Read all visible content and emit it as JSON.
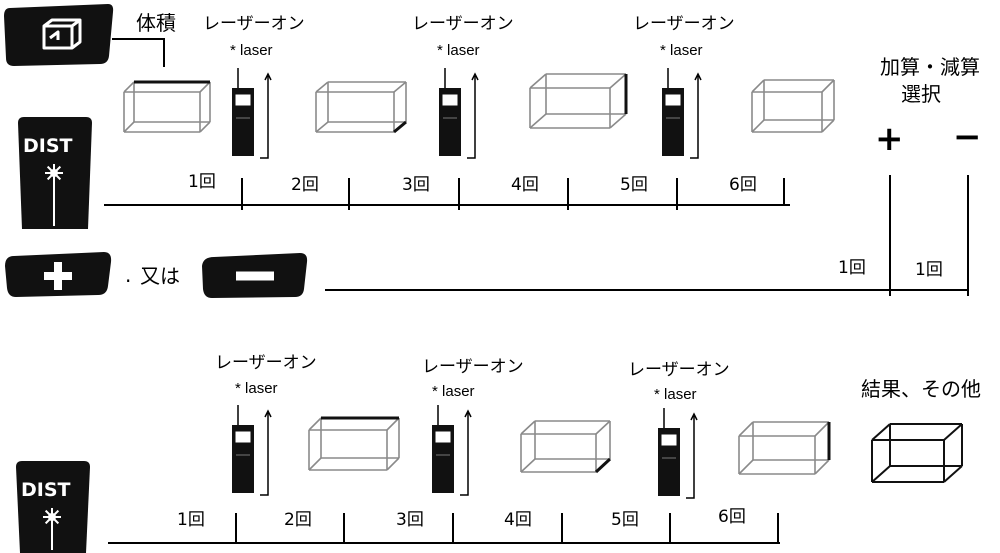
{
  "volume_label": "体積",
  "laser_on": "レーザーオン",
  "laser_word": "laser",
  "laser_asterisk": "*",
  "add_sub_select": [
    "加算・減算",
    "選択"
  ],
  "plus_sign": "+",
  "minus_sign": "−",
  "or_text": "又は",
  "dist_label": "DIST",
  "result_label": "結果、その他",
  "row1_counts": [
    "1回",
    "2回",
    "3回",
    "4回",
    "5回",
    "6回"
  ],
  "select_counts": [
    "1回",
    "1回"
  ],
  "row2_counts": [
    "1回",
    "2回",
    "3回",
    "4回",
    "5回",
    "6回"
  ],
  "icons": [
    "volume-icon",
    "dist-laser-icon",
    "plus-icon",
    "minus-icon",
    "laser-device-icon",
    "wireframe-box-icon"
  ],
  "colors": {
    "button": "#111111",
    "icon_on_button": "#ffffff",
    "box_stroke": "#8a8a8a",
    "box_highlight": "#111111"
  }
}
